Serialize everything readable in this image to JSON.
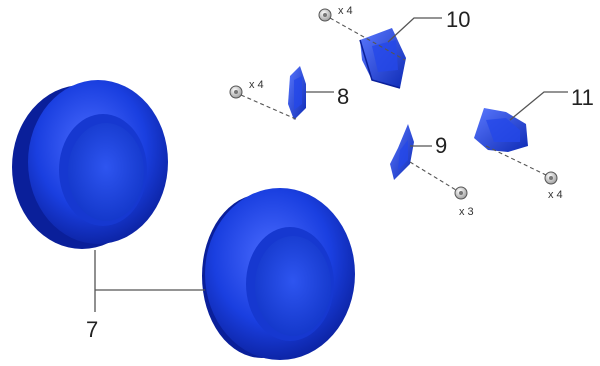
{
  "callouts": {
    "tires": "7",
    "bracket_8": "8",
    "bracket_9": "9",
    "bracket_10": "10",
    "bracket_11": "11"
  },
  "quantities": {
    "fastener_8": "x 4",
    "fastener_9": "x 3",
    "fastener_10": "x 4",
    "fastener_11": "x 4"
  },
  "colors": {
    "part_blue": "#1a3fe0",
    "part_blue_dark": "#0a1f9a",
    "part_blue_light": "#5a78ff",
    "fastener_grey": "#cfcfcf",
    "line": "#555555"
  }
}
